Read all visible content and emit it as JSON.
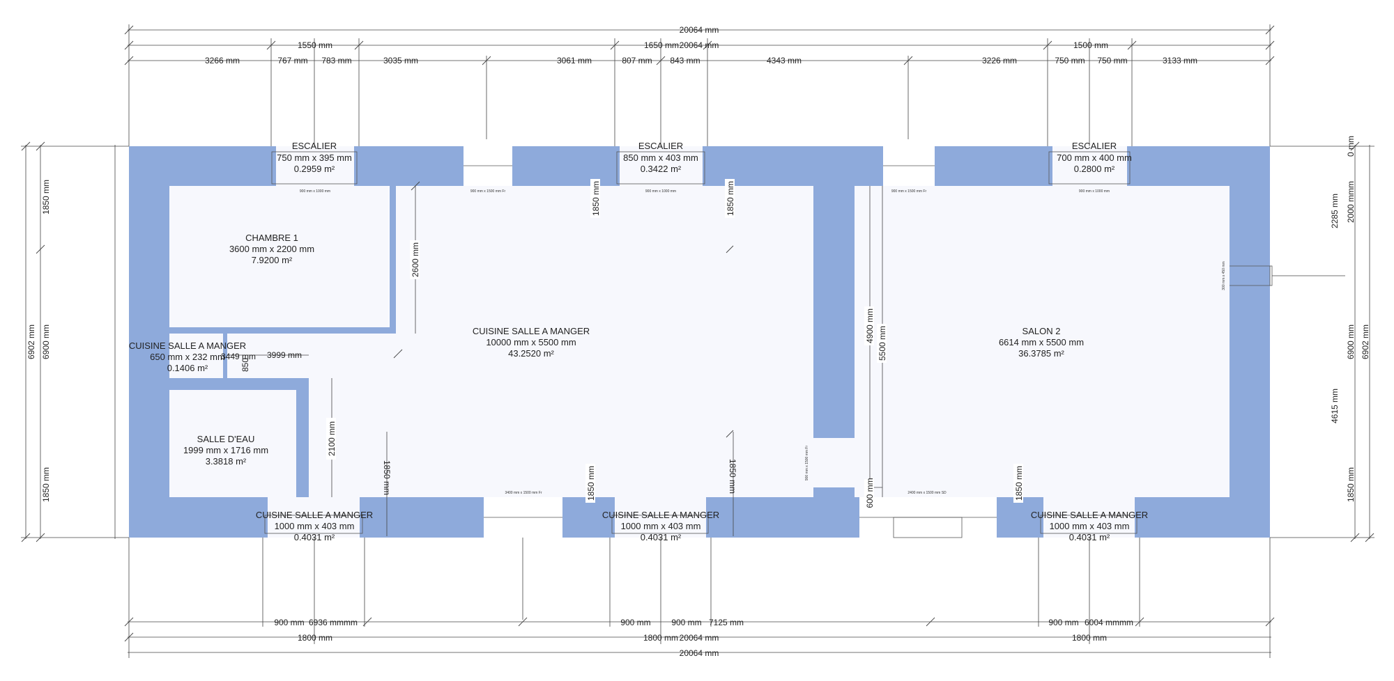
{
  "colors": {
    "wall": "#8eaadb",
    "floor": "#f7f8fd",
    "line": "#444444",
    "text": "#222222"
  },
  "rooms": [
    {
      "name": "ESCALIER",
      "dims": "750 mm x 395 mm",
      "area": "0.2959 m²"
    },
    {
      "name": "ESCALIER",
      "dims": "850 mm x 403 mm",
      "area": "0.3422 m²"
    },
    {
      "name": "ESCALIER",
      "dims": "700 mm x 400 mm",
      "area": "0.2800 m²"
    },
    {
      "name": "CHAMBRE 1",
      "dims": "3600 mm x 2200 mm",
      "area": "7.9200 m²"
    },
    {
      "name": "CUISINE SALLE A MANGER",
      "dims": "10000 mm x 5500 mm",
      "area": "43.2520 m²"
    },
    {
      "name": "SALON 2",
      "dims": "6614 mm x 5500 mm",
      "area": "36.3785 m²"
    },
    {
      "name": "CUISINE SALLE A MANGER",
      "dims": "650 mm x 232 mm",
      "area": "0.1406 m²"
    },
    {
      "name": "SALLE D'EAU",
      "dims": "1999 mm x 1716 mm",
      "area": "3.3818 m²"
    },
    {
      "name": "CUISINE SALLE A MANGER",
      "dims": "1000 mm x 403 mm",
      "area": "0.4031 m²"
    },
    {
      "name": "CUISINE SALLE A MANGER",
      "dims": "1000 mm x 403 mm",
      "area": "0.4031 m²"
    },
    {
      "name": "CUISINE SALLE A MANGER",
      "dims": "1000 mm x 403 mm",
      "area": "0.4031 m²"
    }
  ],
  "dimensions": {
    "top": [
      "20064 mm",
      "1550 mm",
      "1650 mm",
      "20064 mm",
      "1500 mm",
      "3266 mm",
      "767 mm",
      "783 mm",
      "3035 mm",
      "3061 mm",
      "807 mm",
      "843 mm",
      "4343 mm",
      "3226 mm",
      "750 mm",
      "750 mm",
      "3133 mm"
    ],
    "bottom": [
      "900 mm",
      "6936 mmmm",
      "900 mm",
      "900 mm",
      "7125 mm",
      "900 mm",
      "6004 mmmm",
      "1800 mm",
      "1800 mm",
      "20064 mm",
      "1800 mm",
      "20064 mm"
    ],
    "left": [
      "1850 mm",
      "6902 mm",
      "6900 mm",
      "1850 mm"
    ],
    "right": [
      "0 mm",
      "2285 mm",
      "2000 mmm",
      "6900 mm",
      "6902 mm",
      "4615 mm",
      "1850 mm"
    ],
    "interior": [
      "2600 mm",
      "1850 mm",
      "1850 mm",
      "4900 mm",
      "5500 mm",
      "3449 mm",
      "3999 mm",
      "850",
      "2100 mm",
      "1850 mm",
      "1850 mm",
      "1850 mm",
      "600 mm",
      "1850 mm"
    ]
  },
  "openings": [
    "900 mm x 1000 mm",
    "900 mm x 1500 mm Fr",
    "900 mm x 1000 mm",
    "900 mm x 1500 mm Fr",
    "900 mm x 1000 mm",
    "3400 mm x 1500 mm Fr",
    "2400 mm x 1500 mm SD",
    "900 mm x 1500 mm Fr",
    "300 mm x 450 mm"
  ]
}
